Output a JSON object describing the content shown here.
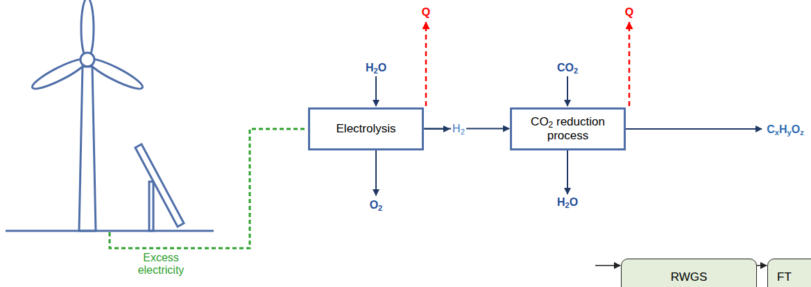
{
  "diagram": {
    "nodes": [
      {
        "text": [
          "Electrolysis"
        ]
      },
      {
        "text": [
          "CO2 reduction process"
        ]
      },
      {
        "text": [
          "RWGS"
        ]
      },
      {
        "text": [
          "FT"
        ]
      }
    ],
    "edges": [
      {
        "from": 0,
        "to": 1,
        "label": "H2",
        "arrow": "to"
      },
      {
        "from": 2,
        "to": 3,
        "arrow": "to"
      }
    ],
    "labels": [
      "H2O",
      "Q",
      "O2",
      "CO2",
      "Q",
      "H2O",
      "CxHyOz",
      "Excess electricity"
    ]
  }
}
